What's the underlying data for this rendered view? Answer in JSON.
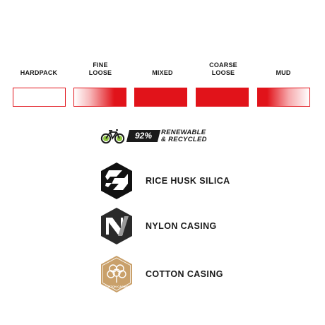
{
  "terrain": {
    "labels": [
      "HARDPACK",
      "FINE\nLOOSE",
      "MIXED",
      "COARSE\nLOOSE",
      "MUD"
    ],
    "accent_color": "#e1131a"
  },
  "eco": {
    "percent": "92%",
    "text": "RENEWABLE\n& RECYCLED",
    "icon": "bicycle-icon"
  },
  "features": [
    {
      "label": "RICE HUSK SILICA",
      "icon": "rice-husk-silica-icon"
    },
    {
      "label": "NYLON CASING",
      "icon": "nylon-casing-icon"
    },
    {
      "label": "COTTON CASING",
      "icon": "cotton-casing-icon",
      "badge_text": "COTTON CASING"
    }
  ]
}
